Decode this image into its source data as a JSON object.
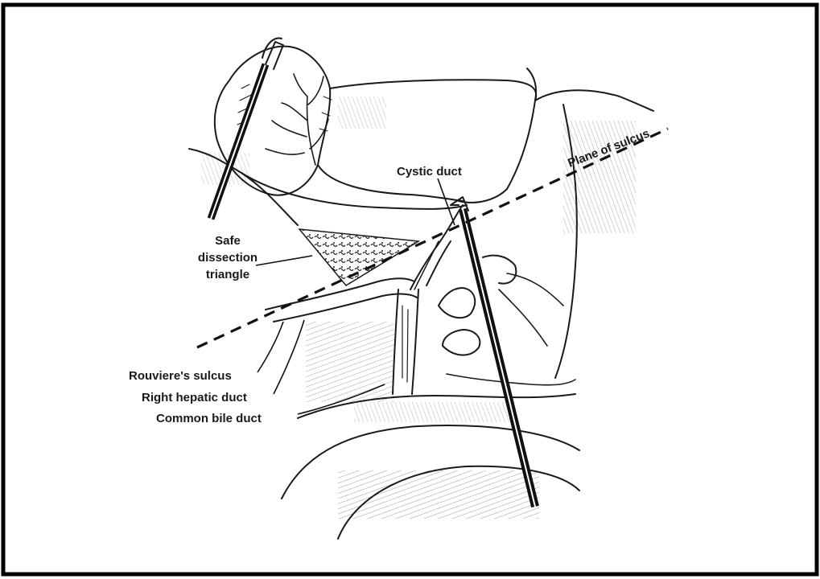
{
  "labels": {
    "safe_dissection_line1": "Safe",
    "safe_dissection_line2": "dissection",
    "safe_dissection_line3": "triangle",
    "cystic_duct": "Cystic duct",
    "plane_of_sulcus": "Plane of sulcus",
    "rouvieres_sulcus": "Rouviere's sulcus",
    "right_hepatic_duct": "Right hepatic duct",
    "common_bile_duct": "Common bile duct"
  },
  "colors": {
    "ink": "#1a1a1a",
    "frame": "#000000",
    "background": "#ffffff"
  }
}
